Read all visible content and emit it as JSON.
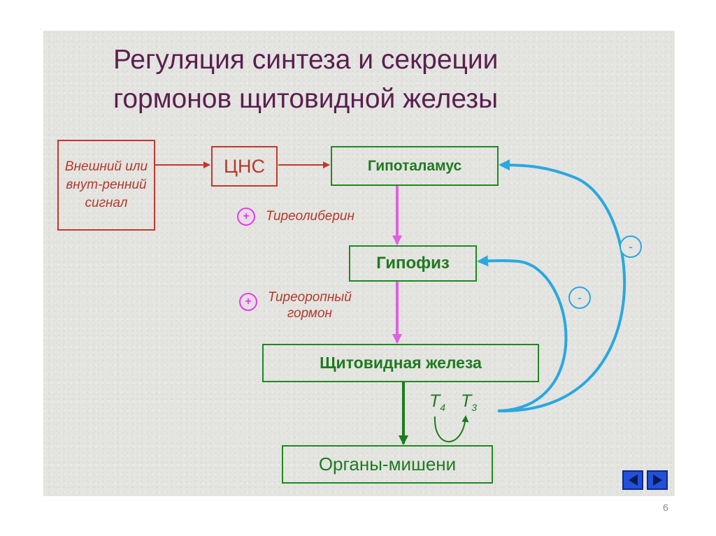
{
  "title": {
    "line1": "Регуляция синтеза и секреции",
    "line2": "гормонов щитовидной железы"
  },
  "nodes": {
    "signal": "Внешний или внут-ренний сигнал",
    "cns": "ЦНС",
    "hypothalamus": "Гипоталамус",
    "pituitary": "Гипофиз",
    "thyroid": "Щитовидная железа",
    "targets": "Органы-мишени"
  },
  "labels": {
    "trh": "Тиреолиберин",
    "tsh_line1": "Тиреоропный",
    "tsh_line2": "гормон",
    "plus": "+",
    "minus": "-",
    "t4": "T",
    "t4_sub": "4",
    "t3": "T",
    "t3_sub": "3"
  },
  "navigation": {
    "prev_icon": "triangle-left-icon",
    "next_icon": "triangle-right-icon"
  },
  "page_number": "6",
  "colors": {
    "title": "#5a1f4f",
    "signal": "#c0392b",
    "green": "#1e8a1e",
    "stimulation": "#e060e0",
    "feedback": "#29a8e0",
    "nav": "#2450d8"
  }
}
